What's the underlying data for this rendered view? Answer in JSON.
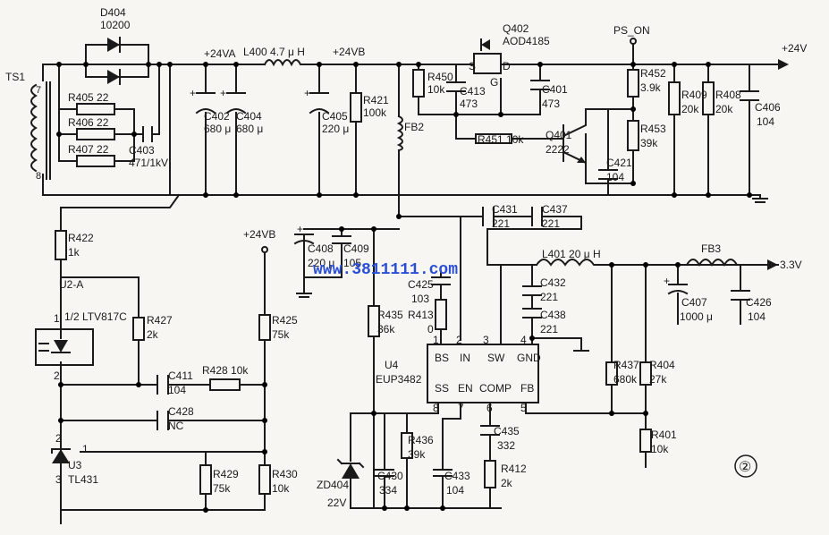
{
  "nets": {
    "v24va": "+24VA",
    "v24vb": "+24VB",
    "v24vb_feedback": "+24VB",
    "ps_on": "PS_ON",
    "out24": "+24V",
    "out33": "3.3V"
  },
  "watermark": "www.3811111.com",
  "page_marker": "②",
  "components": {
    "ts1": "TS1",
    "ts1_pin7": "7",
    "ts1_pin8": "8",
    "d404": "D404",
    "d404_val": "10200",
    "r405": "R405 22",
    "r406": "R406 22",
    "r407": "R407 22",
    "c403": "C403",
    "c403_val": "471/1kV",
    "c402": "C402",
    "c402_val": "680 μ",
    "c404": "C404",
    "c404_val": "680 μ",
    "l400": "L400 4.7 μ H",
    "c405": "C405",
    "c405_val": "220 μ",
    "r421": "R421",
    "r421_val": "100k",
    "fb2": "FB2",
    "q402": "Q402",
    "q402_val": "AOD4185",
    "q402_s": "S",
    "q402_d": "D",
    "q402_g": "G",
    "r450": "R450",
    "r450_val": "10k",
    "c413": "C413",
    "c413_val": "473",
    "c401": "C401",
    "c401_val": "473",
    "r451": "R451 10k",
    "q401": "Q401",
    "q401_val": "2222",
    "c421": "C421",
    "c421_val": "104",
    "r452": "R452",
    "r452_val": "3.9k",
    "r453": "R453",
    "r453_val": "39k",
    "r409": "R409",
    "r409_val": "20k",
    "r408": "R408",
    "r408_val": "20k",
    "c406": "C406",
    "c406_val": "104",
    "r422": "R422",
    "r422_val": "1k",
    "u2": "U2-A",
    "u2_val": "1/2 LTV817C",
    "u2_pin1": "1",
    "u2_pin2": "2",
    "r427": "R427",
    "r427_val": "2k",
    "c411": "C411",
    "c411_val": "104",
    "r428": "R428 10k",
    "c428": "C428",
    "c428_val": "NC",
    "u3": "U3",
    "u3_val": "TL431",
    "u3_pin1": "1",
    "u3_pin2": "2",
    "u3_pin3": "3",
    "r425": "R425",
    "r425_val": "75k",
    "r429": "R429",
    "r429_val": "75k",
    "r430": "R430",
    "r430_val": "10k",
    "c408": "C408",
    "c408_val": "220 μ",
    "c409": "C409",
    "c409_val": "105",
    "c431": "C431",
    "c431_val": "221",
    "c437": "C437",
    "c437_val": "221",
    "c425": "C425",
    "c425_val": "103",
    "r413": "R413",
    "r413_val": "0",
    "r435": "R435",
    "r435_val": "36k",
    "u4": "U4",
    "u4_val": "EUP3482",
    "pin_bs": "BS",
    "pin_in": "IN",
    "pin_sw": "SW",
    "pin_gnd": "GND",
    "pin_ss": "SS",
    "pin_en": "EN",
    "pin_comp": "COMP",
    "pin_fb": "FB",
    "pn1": "1",
    "pn2": "2",
    "pn3": "3",
    "pn4": "4",
    "pn5": "5",
    "pn6": "6",
    "pn7": "7",
    "pn8": "8",
    "l401": "L401 20 μ H",
    "c432": "C432",
    "c432_val": "221",
    "c438": "C438",
    "c438_val": "221",
    "fb3": "FB3",
    "c407": "C407",
    "c407_val": "1000 μ",
    "c426": "C426",
    "c426_val": "104",
    "r437": "R437",
    "r437_val": "680k",
    "r404": "R404",
    "r404_val": "27k",
    "r401": "R401",
    "r401_val": "10k",
    "c435": "C435",
    "c435_val": "332",
    "r412": "R412",
    "r412_val": "2k",
    "r436": "R436",
    "r436_val": "39k",
    "c430": "C430",
    "c430_val": "334",
    "c433": "C433",
    "c433_val": "104",
    "zd404": "ZD404",
    "zd404_val": "22V"
  }
}
